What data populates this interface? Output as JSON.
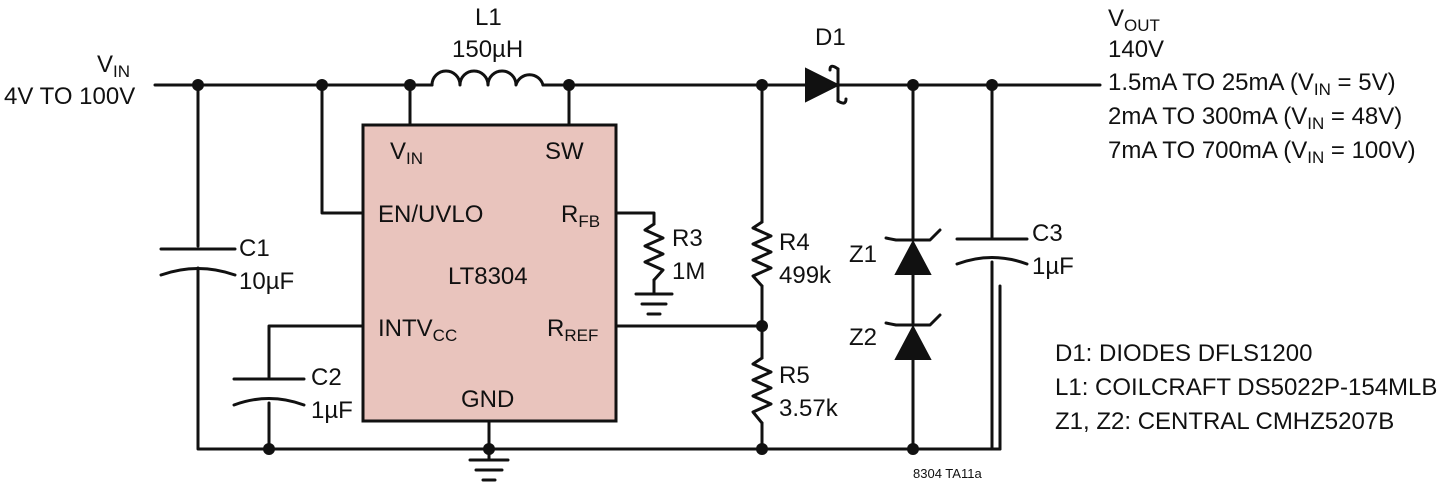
{
  "colors": {
    "ic_fill": "#e9c4bd",
    "ink": "#111111",
    "background": "#ffffff"
  },
  "vin": {
    "label": "V",
    "sub": "IN",
    "range": "4V TO 100V"
  },
  "l1": {
    "ref": "L1",
    "value": "150µH"
  },
  "d1": {
    "ref": "D1"
  },
  "vout": {
    "label": "V",
    "sub": "OUT",
    "voltage": "140V",
    "spec1": {
      "pre": "1.5mA TO 25mA (V",
      "sub": "IN",
      "post": " = 5V)"
    },
    "spec2": {
      "pre": "2mA TO 300mA (V",
      "sub": "IN",
      "post": " = 48V)"
    },
    "spec3": {
      "pre": "7mA TO 700mA (V",
      "sub": "IN",
      "post": " = 100V)"
    }
  },
  "ic": {
    "name": "LT8304",
    "pin_vin": {
      "main": "V",
      "sub": "IN"
    },
    "pin_sw": "SW",
    "pin_en": "EN/UVLO",
    "pin_rfb": {
      "main": "R",
      "sub": "FB"
    },
    "pin_intvcc": {
      "main": "INTV",
      "sub": "CC"
    },
    "pin_rref": {
      "main": "R",
      "sub": "REF"
    },
    "pin_gnd": "GND"
  },
  "c1": {
    "ref": "C1",
    "value": "10µF"
  },
  "c2": {
    "ref": "C2",
    "value": "1µF"
  },
  "c3": {
    "ref": "C3",
    "value": "1µF"
  },
  "r3": {
    "ref": "R3",
    "value": "1M"
  },
  "r4": {
    "ref": "R4",
    "value": "499k"
  },
  "r5": {
    "ref": "R5",
    "value": "3.57k"
  },
  "z1": {
    "ref": "Z1"
  },
  "z2": {
    "ref": "Z2"
  },
  "bom": [
    "D1: DIODES DFLS1200",
    "L1: COILCRAFT DS5022P-154MLB",
    "Z1, Z2: CENTRAL CMHZ5207B"
  ],
  "drawing_id": "8304 TA11a"
}
